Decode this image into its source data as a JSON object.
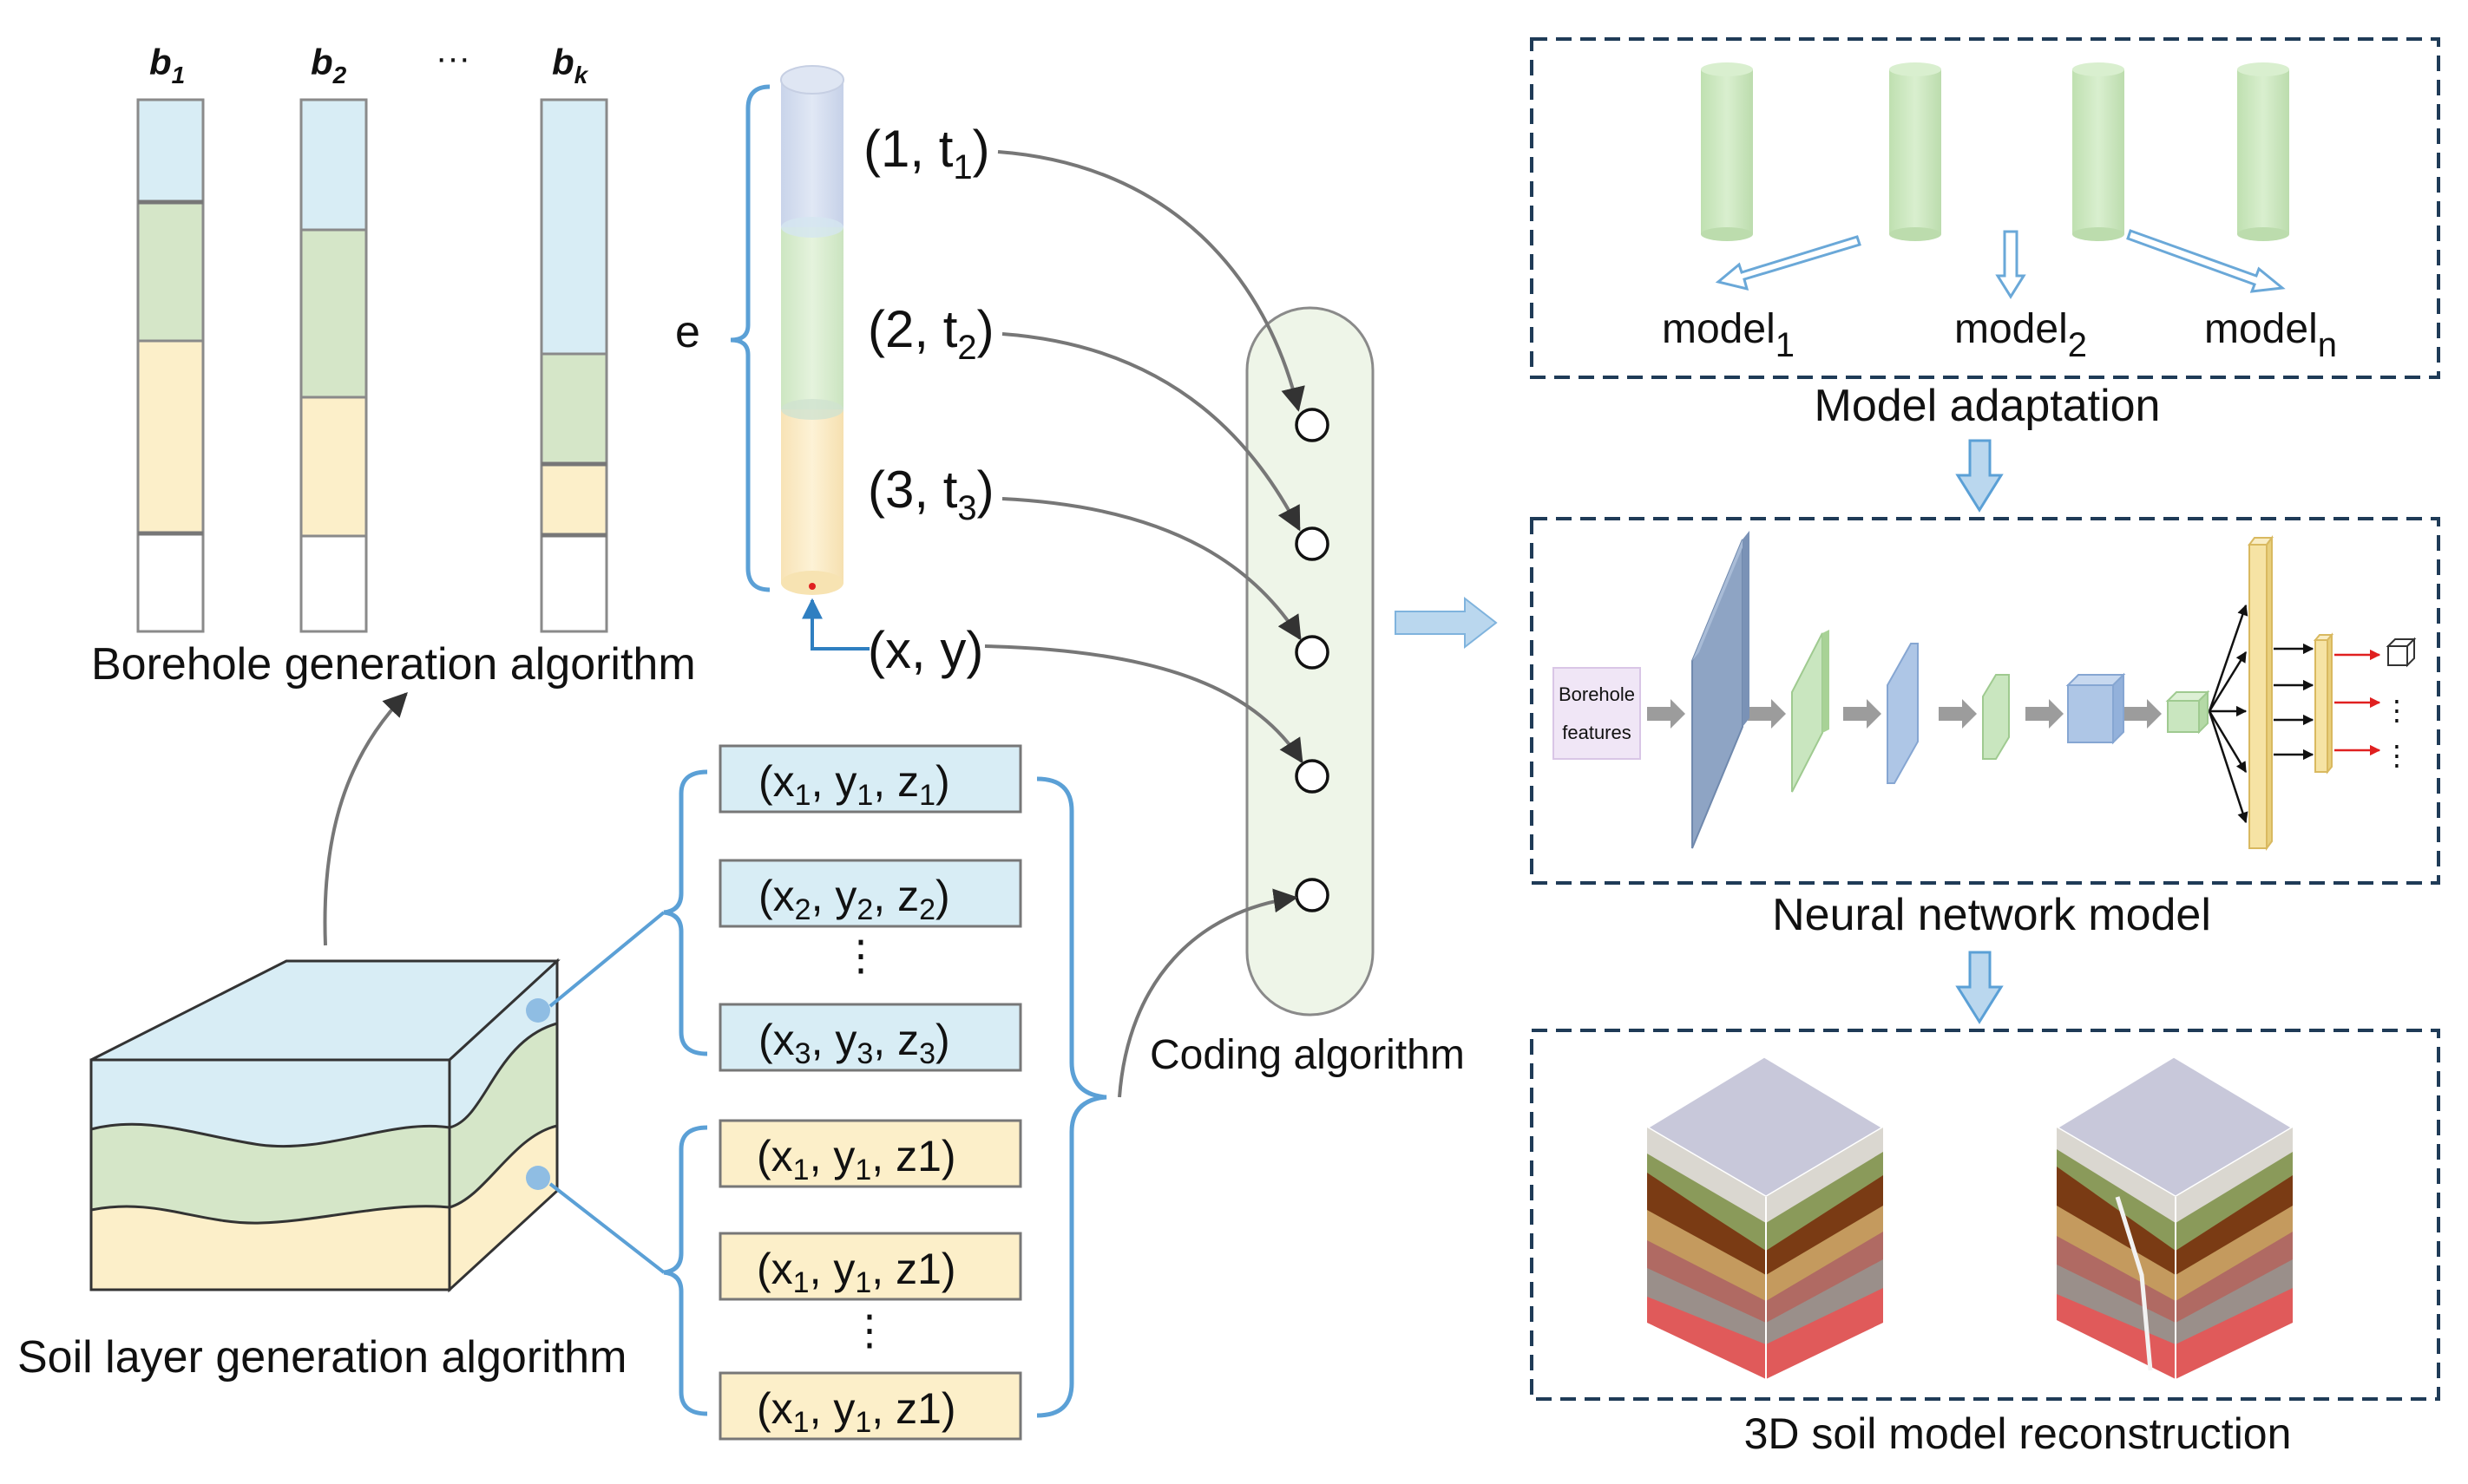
{
  "colors": {
    "blue_layer": "#d8edf5",
    "green_layer": "#d5e6c8",
    "yellow_layer": "#fcefc9",
    "border": "#8a8a8a",
    "dashed_box": "#1f3b57",
    "arrow_fill": "#bad7ee",
    "bracket": "#5ba0d6",
    "coding_fill": "#eef5e8",
    "nn_blue": "#8ea4c4",
    "nn_green": "#c9e6bf",
    "nn_yellow": "#f6e3a4",
    "nn_pink": "#f0e6f6",
    "red_arrow": "#e02020"
  },
  "boreholes": {
    "caption": "Borehole generation algorithm",
    "labels": [
      {
        "base": "b",
        "sub": "1"
      },
      {
        "base": "b",
        "sub": "2"
      },
      {
        "base": "b",
        "sub": "k"
      }
    ],
    "ellipsis": "···"
  },
  "encoding_column": {
    "e_label": "e",
    "tuples": [
      {
        "base": "(1, t",
        "sub": "1",
        "close": ")"
      },
      {
        "base": "(2, t",
        "sub": "2",
        "close": ")"
      },
      {
        "base": "(3, t",
        "sub": "3",
        "close": ")"
      }
    ],
    "xy_label": "(x, y)"
  },
  "coding": {
    "caption": "Coding algorithm",
    "node_count": 5
  },
  "coordinates": {
    "blue": [
      {
        "p1": "(x",
        "s1": "1",
        "p2": ", y",
        "s2": "1",
        "p3": ", z",
        "s3": "1",
        "p4": ")"
      },
      {
        "p1": "(x",
        "s1": "2",
        "p2": ", y",
        "s2": "2",
        "p3": ", z",
        "s3": "2",
        "p4": ")"
      },
      {
        "p1": "(x",
        "s1": "3",
        "p2": ", y",
        "s2": "3",
        "p3": ", z",
        "s3": "3",
        "p4": ")"
      }
    ],
    "yellow": [
      {
        "p1": "(x",
        "s1": "1",
        "p2": ", y",
        "s2": "1",
        "p3": ", z1)"
      },
      {
        "p1": "(x",
        "s1": "1",
        "p2": ", y",
        "s2": "1",
        "p3": ", z1)"
      },
      {
        "p1": "(x",
        "s1": "1",
        "p2": ", y",
        "s2": "1",
        "p3": ", z1)"
      }
    ],
    "vdots": "⋮"
  },
  "soil_layer": {
    "caption": "Soil layer generation algorithm"
  },
  "model_adaptation": {
    "caption": "Model adaptation",
    "models": [
      {
        "base": "model",
        "sub": "1"
      },
      {
        "base": "model",
        "sub": "2"
      },
      {
        "base": "model",
        "sub": "n"
      }
    ]
  },
  "neural_network": {
    "caption": "Neural network model",
    "input_line1": "Borehole",
    "input_line2": "features",
    "output_dots": "⋮"
  },
  "reconstruction": {
    "caption": "3D soil model reconstruction"
  }
}
